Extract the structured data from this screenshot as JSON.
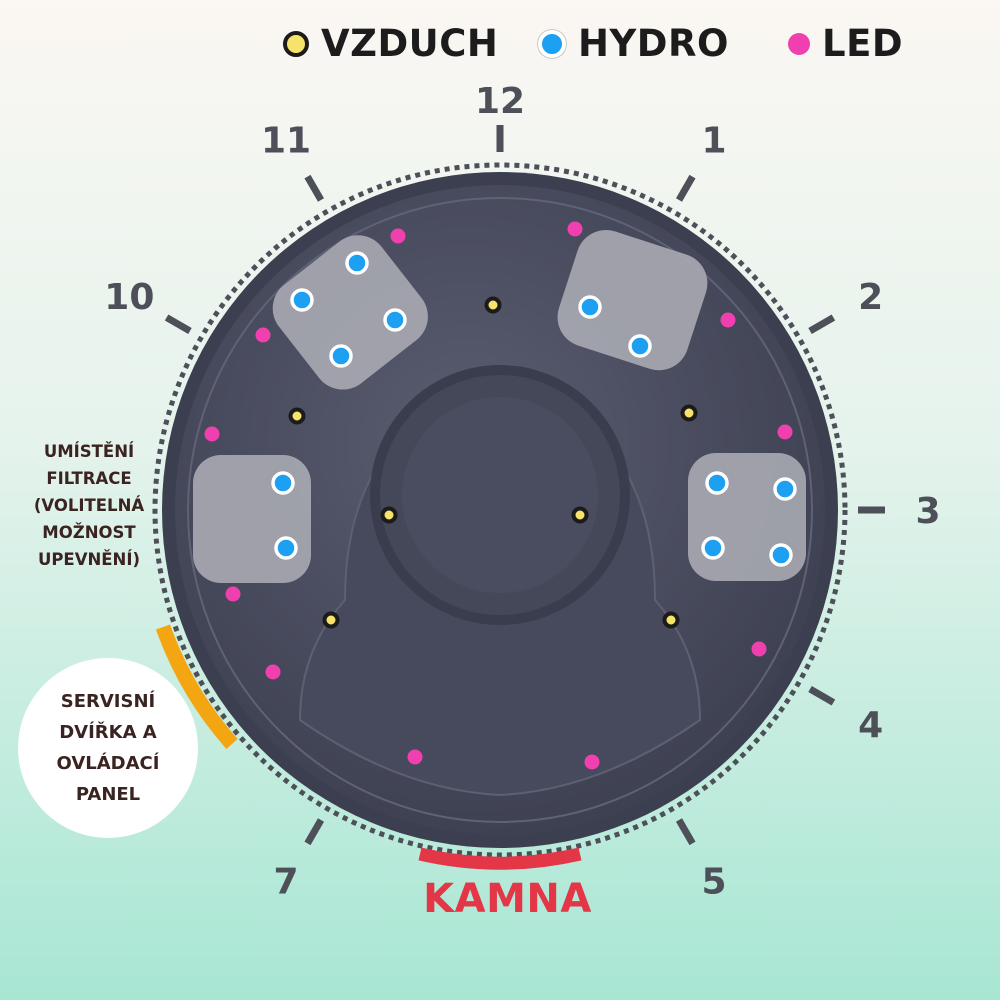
{
  "legend": [
    {
      "key": "air",
      "label": "VZDUCH",
      "color": "#f5e36a",
      "icon": "air-jet-dot-icon"
    },
    {
      "key": "hydro",
      "label": "HYDRO",
      "color": "#1ea0f2",
      "icon": "hydro-jet-dot-icon"
    },
    {
      "key": "led",
      "label": "LED",
      "color": "#f03fae",
      "icon": "led-light-dot-icon"
    }
  ],
  "clock_labels": [
    {
      "text": "12",
      "hour": 12
    },
    {
      "text": "1",
      "hour": 1
    },
    {
      "text": "2",
      "hour": 2
    },
    {
      "text": "3",
      "hour": 3
    },
    {
      "text": "4",
      "hour": 4
    },
    {
      "text": "5",
      "hour": 5
    },
    {
      "text": "7",
      "hour": 7
    },
    {
      "text": "10",
      "hour": 10
    },
    {
      "text": "11",
      "hour": 11
    }
  ],
  "filtration_note": "UMÍSTĚNÍ FILTRACE (VOLITELNÁ MOŽNOST UPEVNĚNÍ)",
  "service_door": {
    "text": "SERVISNÍ\nDVÍŘKA A\nOVLÁDACÍ\nPANEL",
    "color": "#f4a612"
  },
  "stove": {
    "label": "KAMNA",
    "color": "#e33646"
  },
  "tub_color": "#4c4f62",
  "seat_color": "#a9aab2",
  "jet_counts": {
    "air": 8,
    "hydro": 13,
    "led": 12
  }
}
